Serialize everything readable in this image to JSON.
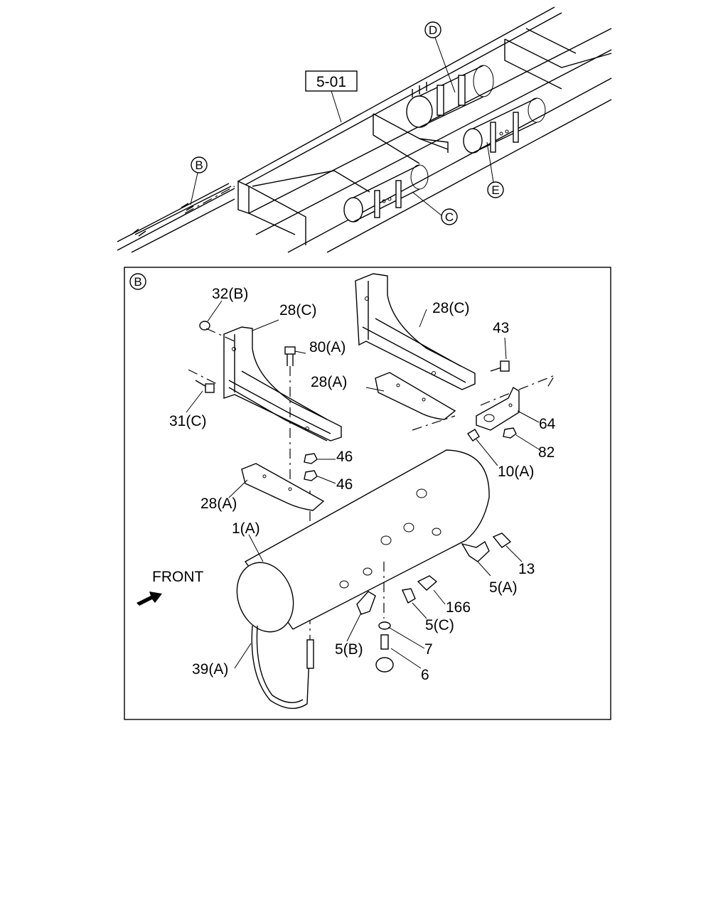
{
  "diagram": {
    "overview": {
      "reference_box": "5-01",
      "callouts": [
        "D",
        "B",
        "C",
        "E"
      ]
    },
    "detail": {
      "view_callout": "B",
      "front_label": "FRONT",
      "parts": {
        "p32b": "32(B)",
        "p28c_left": "28(C)",
        "p28c_right": "28(C)",
        "p80a": "80(A)",
        "p43": "43",
        "p28a_top": "28(A)",
        "p31c": "31(C)",
        "p64": "64",
        "p46_top": "46",
        "p46_bottom": "46",
        "p82": "82",
        "p10a": "10(A)",
        "p28a_left": "28(A)",
        "p1a": "1(A)",
        "p13": "13",
        "p5a": "5(A)",
        "p166": "166",
        "p5c": "5(C)",
        "p7": "7",
        "p5b": "5(B)",
        "p6": "6",
        "p39a": "39(A)"
      }
    }
  }
}
